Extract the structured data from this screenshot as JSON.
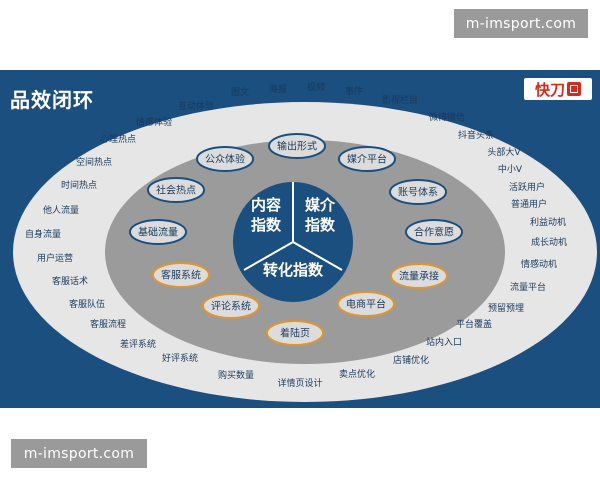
{
  "watermark": "m-imsport.com",
  "title": "品效闭环",
  "logo": "快刀",
  "center": {
    "content_index": [
      "内容",
      "指数"
    ],
    "media_index": [
      "媒介",
      "指数"
    ],
    "conversion_index": "转化指数"
  },
  "inner_ring": [
    "输出形式",
    "媒介平台",
    "账号体系",
    "合作意愿",
    "流量承接",
    "电商平台",
    "着陆页",
    "评论系统",
    "客服系统",
    "基础流量",
    "社会热点",
    "公众体验"
  ],
  "outer_ring": [
    "图文",
    "海报",
    "视频",
    "事件",
    "影视栏目",
    "微博微信",
    "抖音头条",
    "头部大V",
    "中小V",
    "活跃用户",
    "普通用户",
    "利益动机",
    "成长动机",
    "情感动机",
    "流量平台",
    "预留预埋",
    "平台覆盖",
    "站内入口",
    "店铺优化",
    "卖点优化",
    "详情页设计",
    "购买数量",
    "好评系统",
    "差评系统",
    "客服流程",
    "客服队伍",
    "客服话术",
    "用户运营",
    "自身流量",
    "他人流量",
    "时间热点",
    "空间热点",
    "心理热点",
    "情感体验",
    "互动体验"
  ],
  "colors": {
    "background": "#1a4f7f",
    "outer_ellipse": "#e6e6e6",
    "middle_ellipse": "#9b9b9b",
    "core_circle": "#1a4f7f",
    "pill_blue": "#1a4f7f",
    "pill_orange": "#e0962c",
    "pill_fill": "#dcdcdc",
    "logo_red": "#d42b1e"
  }
}
